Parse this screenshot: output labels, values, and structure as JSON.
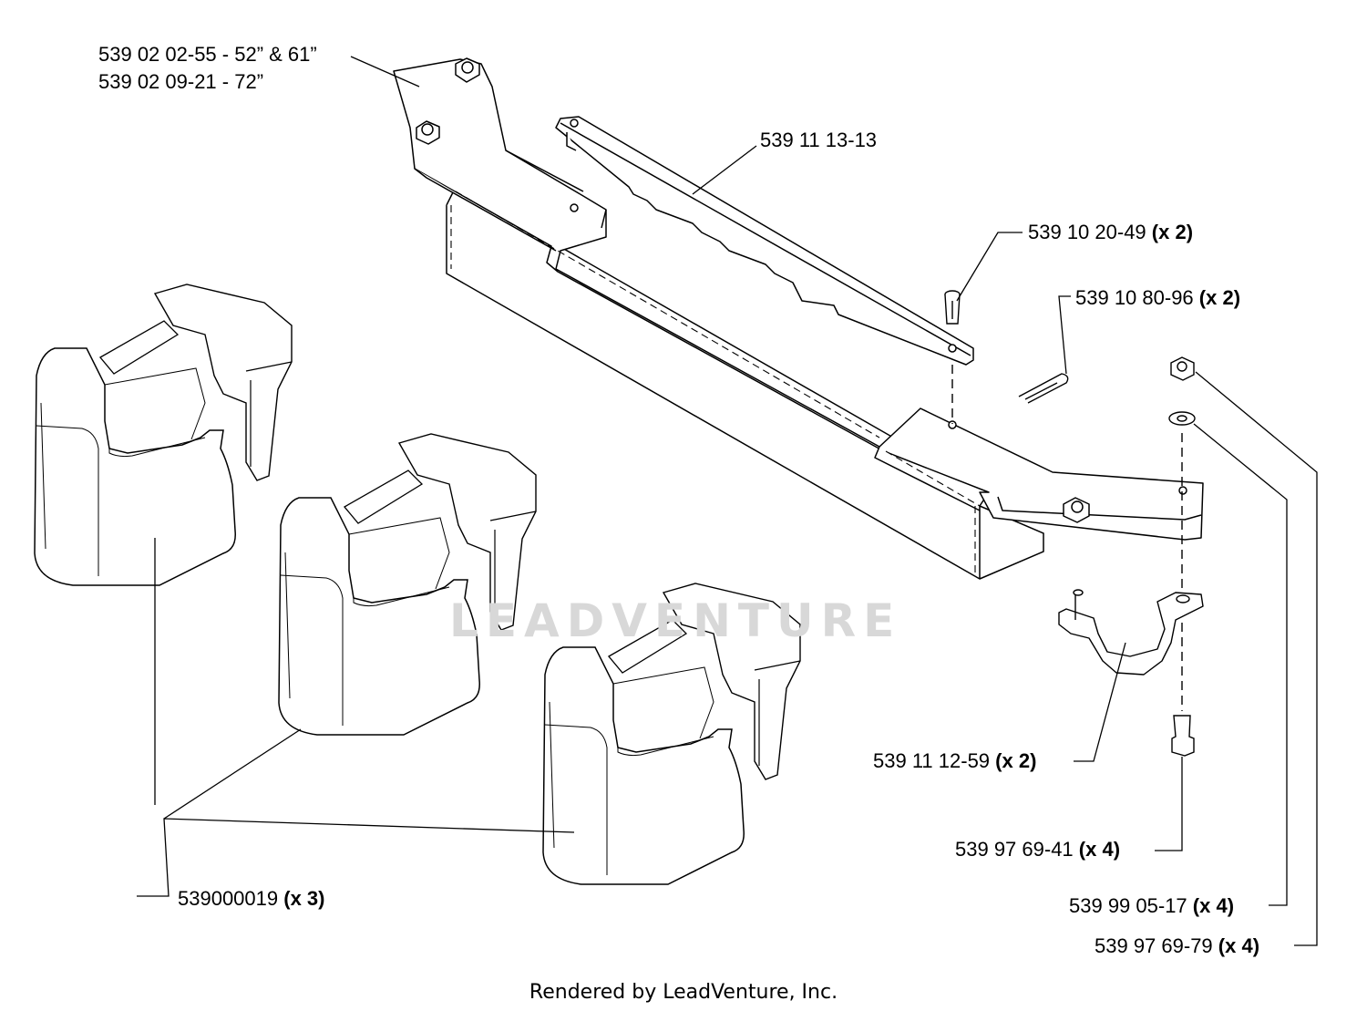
{
  "callouts": {
    "bracket_52_61": {
      "part": "539 02 02-55 - 52” & 61”"
    },
    "bracket_72": {
      "part": "539 02 09-21 - 72”"
    },
    "bar": {
      "part": "539 11 13-13"
    },
    "pin": {
      "part": "539 10 20-49",
      "qty": "(x 2)"
    },
    "clip": {
      "part": "539 10 80-96",
      "qty": "(x 2)"
    },
    "holder": {
      "part": "539 11 12-59",
      "qty": "(x 2)"
    },
    "bolt": {
      "part": "539 97 69-41",
      "qty": "(x 4)"
    },
    "washer": {
      "part": "539 99 05-17",
      "qty": "(x 4)"
    },
    "nut": {
      "part": "539 97 69-79",
      "qty": "(x 4)"
    },
    "weight": {
      "part": "539000019",
      "qty": "(x 3)"
    }
  },
  "watermark": "LEADVENTURE",
  "footer": "Rendered by LeadVenture, Inc."
}
